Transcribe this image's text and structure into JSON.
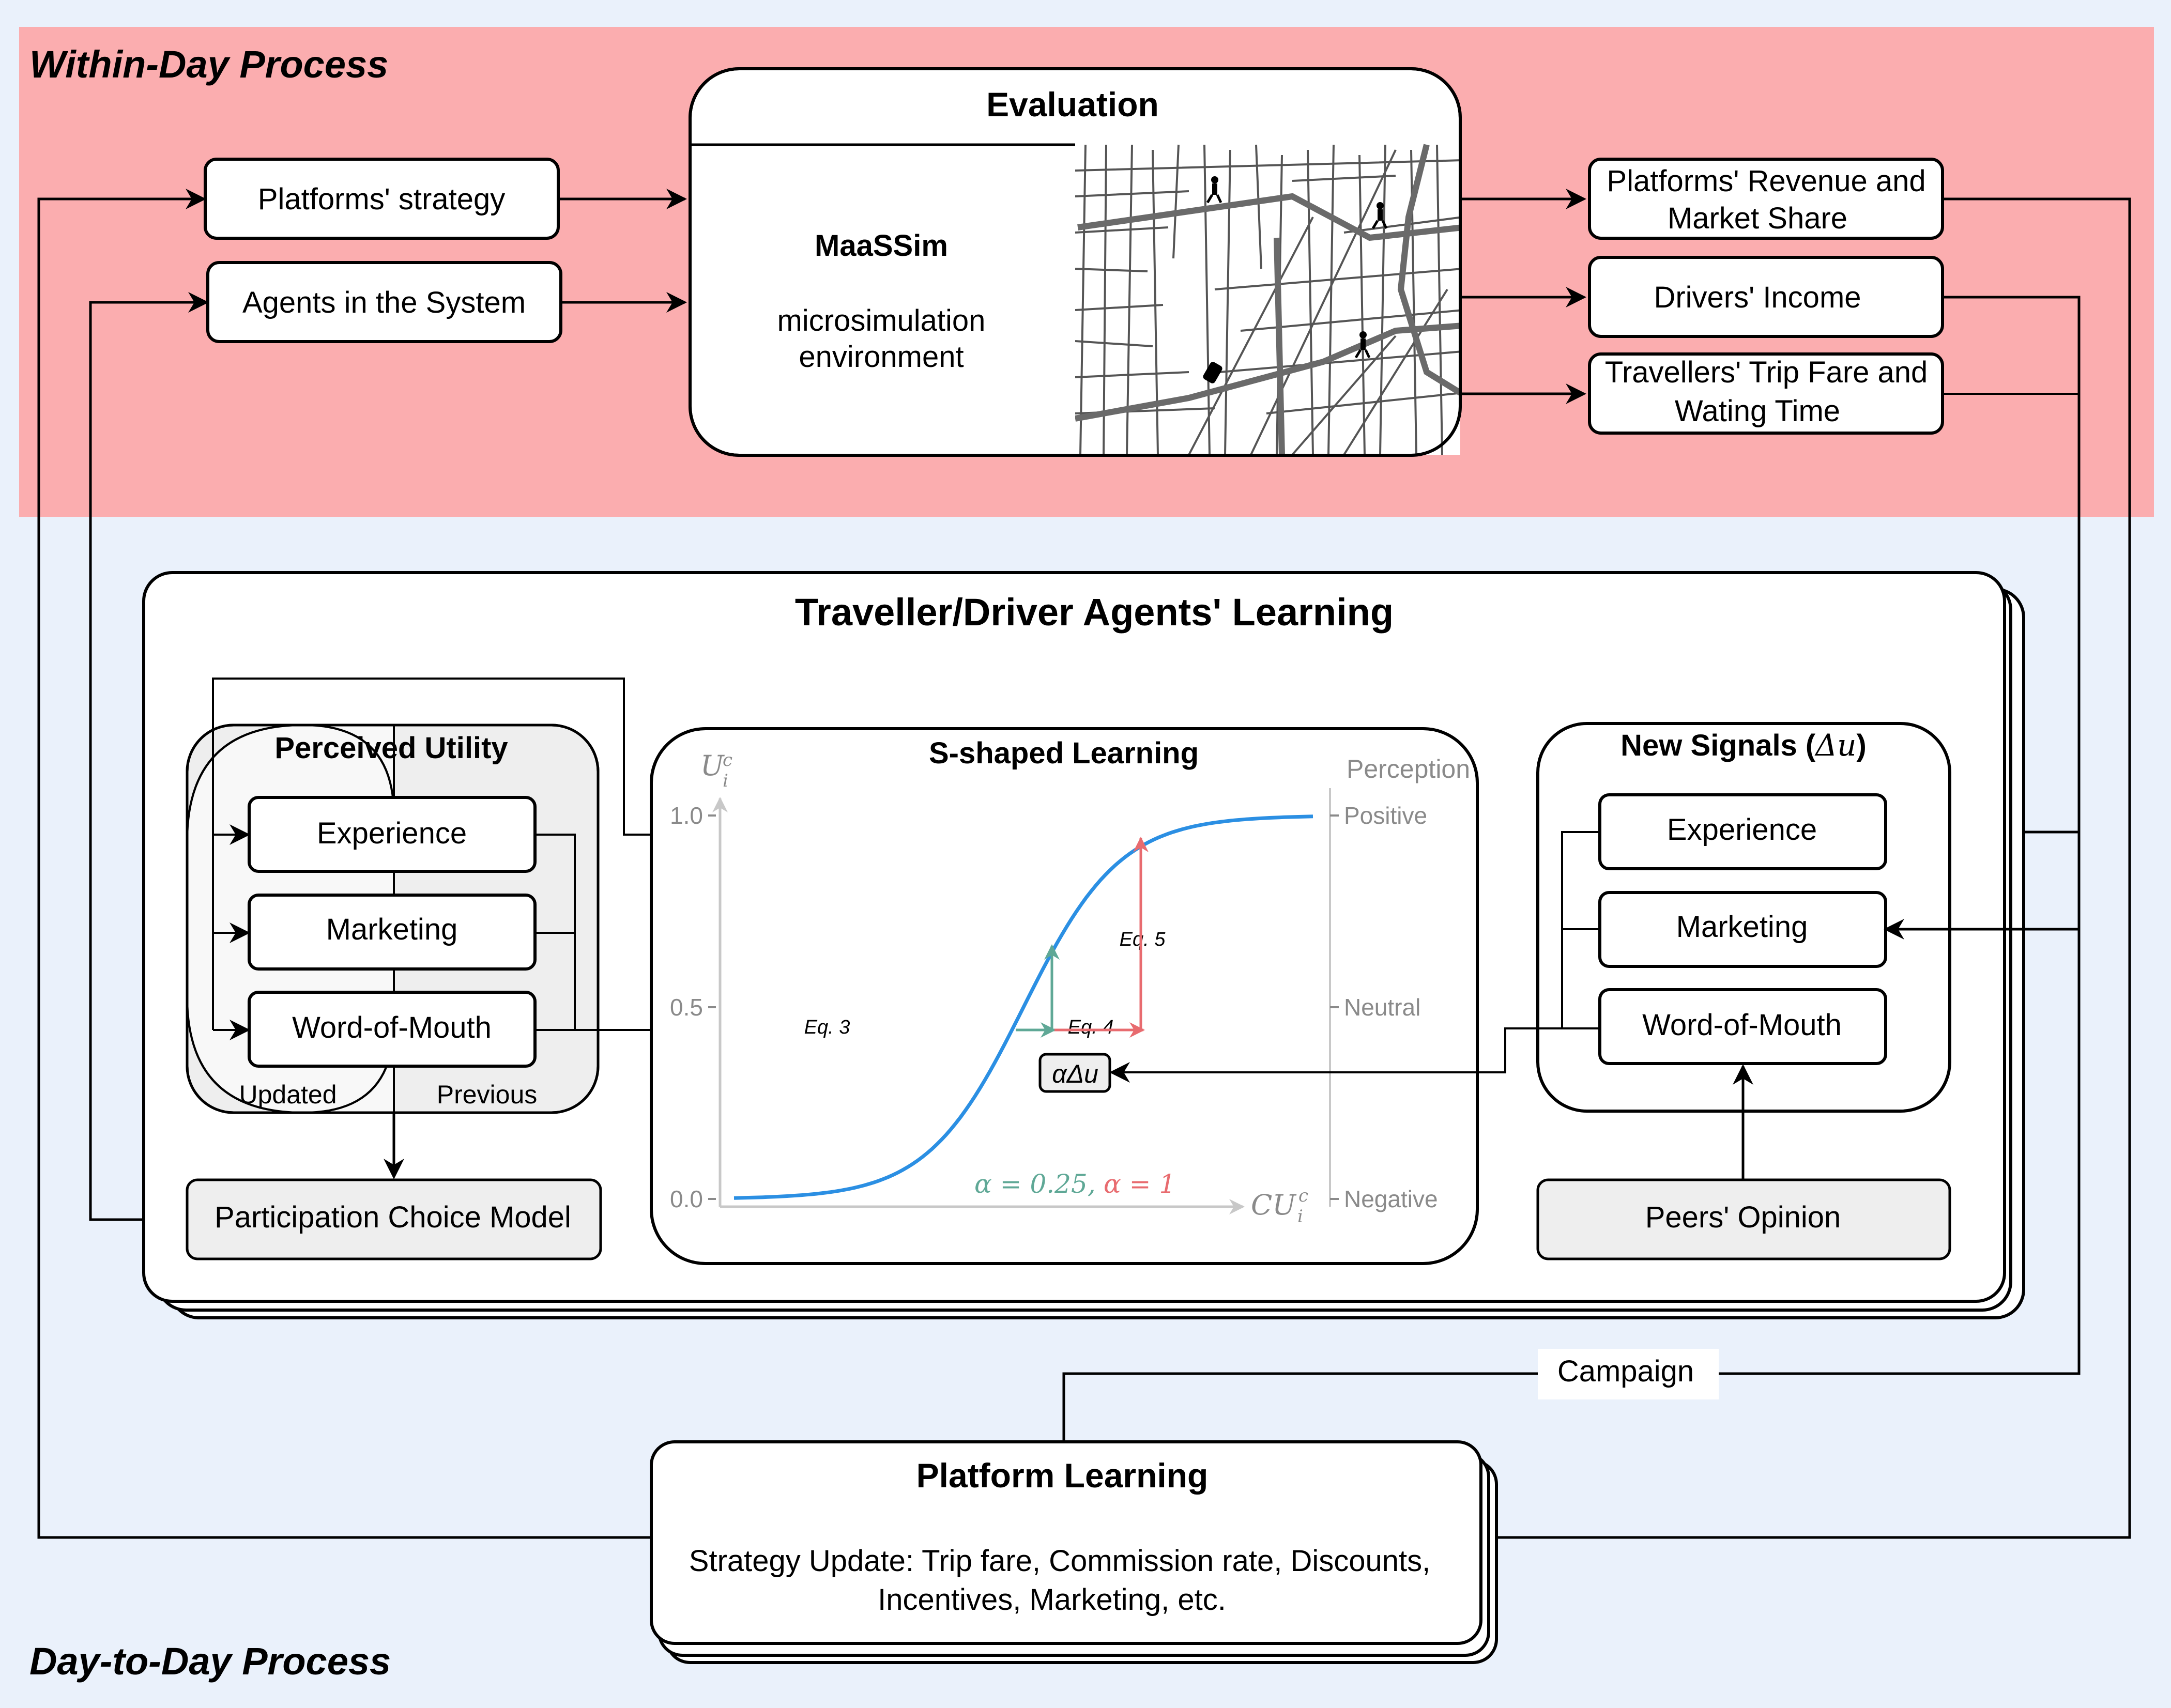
{
  "sections": {
    "within_day": "Within-Day Process",
    "day_to_day": "Day-to-Day Process"
  },
  "inputs": {
    "strategy": "Platforms' strategy",
    "agents": "Agents in the System"
  },
  "evaluation": {
    "title": "Evaluation",
    "sim_name": "MaaSSim",
    "sim_desc_1": "microsimulation",
    "sim_desc_2": "environment"
  },
  "outputs": {
    "revenue_1": "Platforms' Revenue and",
    "revenue_2": "Market Share",
    "income": "Drivers' Income",
    "fare_1": "Travellers' Trip Fare and",
    "fare_2": "Wating Time"
  },
  "agents_learning": {
    "title": "Traveller/Driver Agents' Learning",
    "perceived": {
      "title": "Perceived Utility",
      "items": [
        "Experience",
        "Marketing",
        "Word-of-Mouth"
      ],
      "updated": "Updated",
      "previous": "Previous"
    },
    "participation": "Participation Choice Model",
    "new_signals": {
      "title": "New Signals (",
      "delta": "Δu",
      "close": ")",
      "items": [
        "Experience",
        "Marketing",
        "Word-of-Mouth"
      ]
    },
    "peers": "Peers' Opinion",
    "alpha_box": "αΔu"
  },
  "chart_data": {
    "type": "line",
    "title": "S-shaped Learning",
    "ylabel": "U",
    "ylabel_sup": "c",
    "ylabel_sub": "i",
    "xlabel": "CU",
    "xlabel_sup": "c",
    "xlabel_sub": "i",
    "y_ticks": [
      "1.0",
      "0.5",
      "0.0"
    ],
    "ylim": [
      0,
      1
    ],
    "right_axis_title": "Perception",
    "right_ticks": [
      "Positive",
      "Neutral",
      "Negative"
    ],
    "series": [
      {
        "x": [
          -6,
          -5,
          -4,
          -3,
          -2,
          -1,
          0,
          1,
          2,
          3,
          4,
          5,
          6
        ],
        "y": [
          0.0025,
          0.0067,
          0.018,
          0.047,
          0.119,
          0.269,
          0.5,
          0.731,
          0.881,
          0.953,
          0.982,
          0.993,
          0.9975
        ]
      }
    ],
    "annotations": [
      "Eq. 3",
      "Eq. 4",
      "Eq. 5"
    ],
    "alpha_low": "α = 0.25,",
    "alpha_high": "α = 1",
    "colors": {
      "curve": "#2b8fe3",
      "alpha_low": "#5fa896",
      "alpha_high": "#e86b6f",
      "axis": "#c8c8c8"
    }
  },
  "platform_learning": {
    "title": "Platform Learning",
    "line1": "Strategy Update: Trip fare, Commission rate, Discounts,",
    "line2": "Incentives, Marketing, etc."
  },
  "campaign": "Campaign",
  "colors": {
    "within_day_bg": "#fbadaf",
    "day_to_day_bg": "#eaf1fb",
    "panel_gray": "#eeeeee"
  }
}
